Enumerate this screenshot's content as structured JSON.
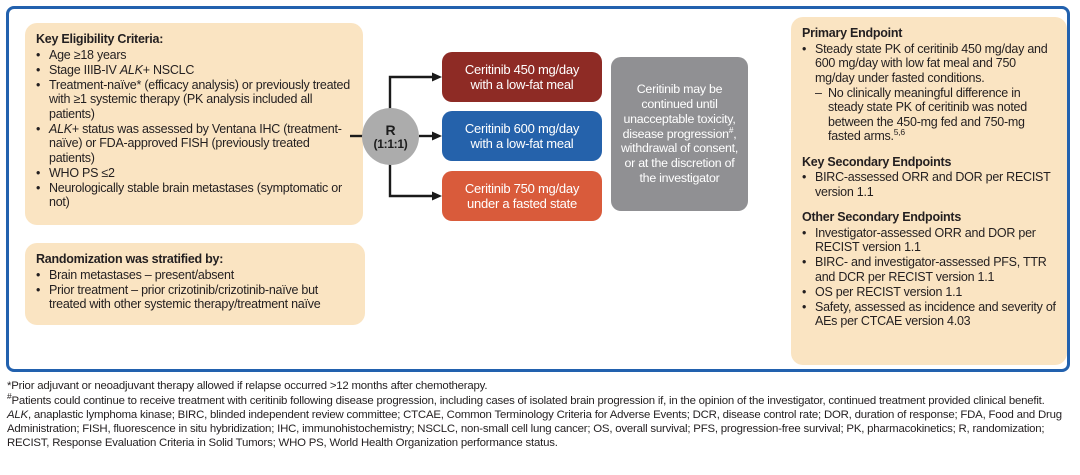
{
  "colors": {
    "frame_border": "#2261ae",
    "cream_box": "#fae4c2",
    "arm_450": "#8e2b25",
    "arm_600": "#2562ab",
    "arm_750": "#d95b3b",
    "continuation_gray": "#909093",
    "randomizer_gray": "#acacac",
    "text": "#231f20"
  },
  "eligibility": {
    "title": "Key Eligibility Criteria:",
    "items": [
      {
        "bullet": "•",
        "indent": 0,
        "segments": [
          {
            "t": "Age ≥18 years"
          }
        ]
      },
      {
        "bullet": "•",
        "indent": 0,
        "segments": [
          {
            "t": "Stage IIIB-IV "
          },
          {
            "t": "ALK",
            "i": true
          },
          {
            "t": "+ NSCLC"
          }
        ]
      },
      {
        "bullet": "•",
        "indent": 0,
        "segments": [
          {
            "t": "Treatment-naïve* (efficacy analysis) or previously treated with ≥1 systemic therapy (PK analysis included all patients)"
          }
        ]
      },
      {
        "bullet": "•",
        "indent": 0,
        "segments": [
          {
            "t": "ALK",
            "i": true
          },
          {
            "t": "+ status was assessed by Ventana IHC (treatment-naïve) or FDA-approved FISH (previously treated patients)"
          }
        ]
      },
      {
        "bullet": "•",
        "indent": 0,
        "segments": [
          {
            "t": "WHO PS ≤2"
          }
        ]
      },
      {
        "bullet": "•",
        "indent": 0,
        "segments": [
          {
            "t": "Neurologically stable brain metastases (symptomatic or not)"
          }
        ]
      }
    ]
  },
  "stratification": {
    "title": "Randomization was stratified by:",
    "items": [
      {
        "bullet": "•",
        "indent": 0,
        "segments": [
          {
            "t": "Brain metastases – present/absent"
          }
        ]
      },
      {
        "bullet": "•",
        "indent": 0,
        "segments": [
          {
            "t": "Prior treatment – prior crizotinib/crizotinib-naïve but treated with other systemic therapy/treatment naïve"
          }
        ]
      }
    ]
  },
  "randomizer": {
    "label": "R",
    "ratio": "(1:1:1)"
  },
  "arms": [
    {
      "label": "Ceritinib 450 mg/day with a low-fat meal",
      "color": "#8e2b25"
    },
    {
      "label": "Ceritinib 600 mg/day with a low-fat meal",
      "color": "#2562ab"
    },
    {
      "label": "Ceritinib 750 mg/day under a fasted state",
      "color": "#d95b3b"
    }
  ],
  "continuation": {
    "segments": [
      {
        "t": "Ceritinib may be continued until unacceptable toxicity, disease progression"
      },
      {
        "t": "#",
        "s": true
      },
      {
        "t": ", withdrawal of consent, or at the discretion of the investigator"
      }
    ]
  },
  "endpoints": {
    "sections": [
      {
        "heading": "Primary Endpoint",
        "items": [
          {
            "bullet": "•",
            "indent": 0,
            "segments": [
              {
                "t": "Steady state PK of ceritinib 450 mg/day and 600 mg/day with low fat meal and 750 mg/day under fasted conditions."
              }
            ]
          },
          {
            "bullet": "–",
            "indent": 1,
            "segments": [
              {
                "t": "No clinically meaningful difference in steady state PK of ceritinib was noted between the 450-mg fed and 750-mg fasted arms."
              },
              {
                "t": "5,6",
                "s": true
              }
            ]
          }
        ]
      },
      {
        "heading": "Key Secondary Endpoints",
        "items": [
          {
            "bullet": "•",
            "indent": 0,
            "segments": [
              {
                "t": "BIRC-assessed ORR and DOR per RECIST version 1.1"
              }
            ]
          }
        ]
      },
      {
        "heading": "Other Secondary Endpoints",
        "items": [
          {
            "bullet": "•",
            "indent": 0,
            "segments": [
              {
                "t": "Investigator-assessed ORR and DOR per RECIST version 1.1"
              }
            ]
          },
          {
            "bullet": "•",
            "indent": 0,
            "segments": [
              {
                "t": "BIRC- and investigator-assessed PFS, TTR and DCR per RECIST version 1.1"
              }
            ]
          },
          {
            "bullet": "•",
            "indent": 0,
            "segments": [
              {
                "t": "OS per RECIST version 1.1"
              }
            ]
          },
          {
            "bullet": "•",
            "indent": 0,
            "segments": [
              {
                "t": "Safety, assessed as incidence and severity of AEs per CTCAE version 4.03"
              }
            ]
          }
        ]
      }
    ]
  },
  "footnotes": [
    {
      "segments": [
        {
          "t": "*Prior adjuvant or neoadjuvant therapy allowed if relapse occurred >12 months after chemotherapy."
        }
      ]
    },
    {
      "segments": [
        {
          "t": "#",
          "s": true
        },
        {
          "t": "Patients could continue to receive treatment with ceritinib following disease progression, including cases of isolated brain progression if, in the opinion of the investigator, continued treatment provided clinical benefit."
        }
      ]
    },
    {
      "segments": [
        {
          "t": "ALK",
          "i": true
        },
        {
          "t": ", anaplastic lymphoma kinase; BIRC, blinded independent review committee; CTCAE, Common Terminology Criteria for Adverse Events; DCR, disease control rate; DOR, duration of response; FDA, Food and Drug Administration; FISH, fluorescence in situ hybridization; IHC, immunohistochemistry; NSCLC, non-small cell lung cancer; OS, overall survival; PFS, progression-free survival; PK, pharmacokinetics; R, randomization; RECIST, Response Evaluation Criteria in Solid Tumors; WHO PS, World Health Organization performance status."
        }
      ]
    }
  ]
}
